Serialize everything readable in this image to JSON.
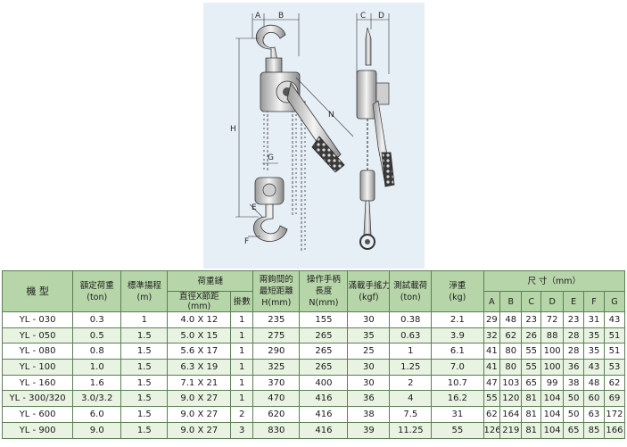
{
  "drawing": {
    "dimension_labels": [
      "A",
      "B",
      "C",
      "D",
      "H",
      "N",
      "G",
      "E",
      "F"
    ]
  },
  "table": {
    "headers": {
      "model": "機  型",
      "rated_load": [
        "額定荷重",
        "(ton)"
      ],
      "lift": [
        "標準揚程",
        "(m)"
      ],
      "load_chain": "荷重鏈",
      "chain_size": [
        "直徑X節距",
        "(mm)"
      ],
      "falls": "掛數",
      "headroom": [
        "兩鉤間的",
        "最短距離",
        "H(mm)"
      ],
      "handle_length": [
        "操作手柄",
        "長度",
        "N(mm)"
      ],
      "pull_force": [
        "滿載手搖力",
        "(kgf)"
      ],
      "test_load": [
        "測試載荷",
        "(ton)"
      ],
      "net_weight": [
        "淨重",
        "(kg)"
      ],
      "dimensions": "尺  寸（mm）",
      "dim_cols": [
        "A",
        "B",
        "C",
        "D",
        "E",
        "F",
        "G"
      ]
    },
    "rows": [
      [
        "YL - 030",
        "0.3",
        "1",
        "4.0 X 12",
        "1",
        "235",
        "155",
        "30",
        "0.38",
        "2.1",
        "29",
        "48",
        "23",
        "72",
        "23",
        "31",
        "43"
      ],
      [
        "YL - 050",
        "0.5",
        "1.5",
        "5.0 X 15",
        "1",
        "275",
        "265",
        "35",
        "0.63",
        "3.9",
        "32",
        "62",
        "26",
        "88",
        "28",
        "35",
        "51"
      ],
      [
        "YL - 080",
        "0.8",
        "1.5",
        "5.6 X 17",
        "1",
        "290",
        "265",
        "25",
        "1",
        "6.1",
        "41",
        "80",
        "55",
        "100",
        "28",
        "35",
        "51"
      ],
      [
        "YL - 100",
        "1.0",
        "1.5",
        "6.3 X 19",
        "1",
        "325",
        "265",
        "30",
        "1.25",
        "7.0",
        "41",
        "80",
        "55",
        "100",
        "36",
        "43",
        "53"
      ],
      [
        "YL - 160",
        "1.6",
        "1.5",
        "7.1 X 21",
        "1",
        "370",
        "400",
        "30",
        "2",
        "10.7",
        "47",
        "103",
        "65",
        "99",
        "38",
        "48",
        "62"
      ],
      [
        "YL - 300/320",
        "3.0/3.2",
        "1.5",
        "9.0 X 27",
        "1",
        "470",
        "416",
        "36",
        "4",
        "16.2",
        "55",
        "120",
        "81",
        "104",
        "50",
        "60",
        "69"
      ],
      [
        "YL - 600",
        "6.0",
        "1.5",
        "9.0 X 27",
        "2",
        "620",
        "416",
        "38",
        "7.5",
        "31",
        "62",
        "164",
        "81",
        "104",
        "50",
        "63",
        "172"
      ],
      [
        "YL - 900",
        "9.0",
        "1.5",
        "9.0 X 27",
        "3",
        "830",
        "416",
        "39",
        "11.25",
        "55",
        "126",
        "219",
        "81",
        "104",
        "65",
        "85",
        "166"
      ]
    ]
  }
}
